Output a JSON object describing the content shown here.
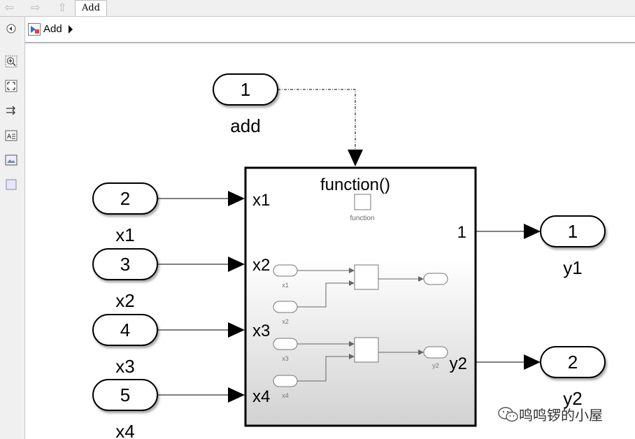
{
  "tab": {
    "label": "Add"
  },
  "breadcrumb": {
    "label": "Add"
  },
  "diagram": {
    "trigger_port": {
      "number": "1",
      "label": "add"
    },
    "inports": [
      {
        "number": "2",
        "label": "x1"
      },
      {
        "number": "3",
        "label": "x2"
      },
      {
        "number": "4",
        "label": "x3"
      },
      {
        "number": "5",
        "label": "x4"
      }
    ],
    "outports": [
      {
        "number": "1",
        "label": "y1"
      },
      {
        "number": "2",
        "label": "y2"
      }
    ],
    "subsystem": {
      "title": "function()",
      "trigger_label": "function",
      "in_labels": [
        "x1",
        "x2",
        "x3",
        "x4"
      ],
      "out_labels": [
        "1",
        "y2"
      ],
      "inner_in_labels": [
        "x1",
        "x2",
        "x3",
        "x4"
      ],
      "inner_out_labels": [
        "",
        "y2"
      ]
    }
  },
  "watermark": {
    "text": "鸣鸣锣的小屋"
  }
}
